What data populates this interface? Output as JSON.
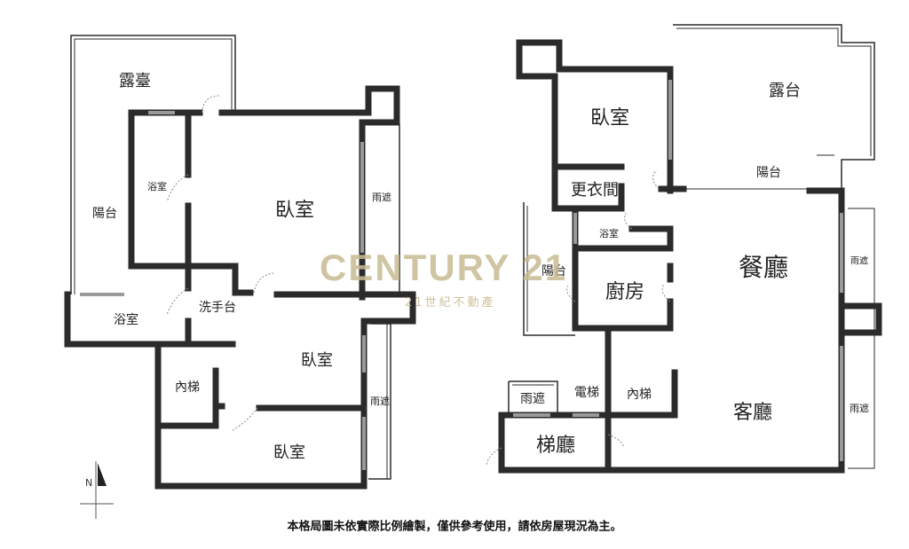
{
  "left_plan": {
    "rooms": {
      "terrace": "露臺",
      "balcony": "陽台",
      "bath_upper": "浴室",
      "bedroom_main": "臥室",
      "canopy_upper": "雨遮",
      "bath_lower": "浴室",
      "washbasin": "洗手台",
      "bedroom_middle": "臥室",
      "inner_stairs": "內梯",
      "canopy_lower": "雨遮",
      "bedroom_bottom": "臥室"
    },
    "compass_label": "N"
  },
  "right_plan": {
    "rooms": {
      "bedroom": "臥室",
      "terrace": "露台",
      "balcony_upper": "陽台",
      "walk_in_closet": "更衣間",
      "bath": "浴室",
      "balcony_left": "陽台",
      "dining": "餐廳",
      "canopy_right_upper": "雨遮",
      "kitchen": "廚房",
      "canopy_left": "雨遮",
      "elevator": "電梯",
      "inner_stairs": "內梯",
      "living": "客廳",
      "canopy_right_lower": "雨遮",
      "elevator_lobby": "梯廳"
    }
  },
  "watermark": {
    "brand": "CENTURY 21",
    "subtitle": "21世紀不動產",
    "color": "#c8bb92"
  },
  "footer_note": "本格局圖未依實際比例繪製，僅供參考使用，請依房屋現況為主。",
  "colors": {
    "wall": "#2b2b2b",
    "window": "#9a9a9a",
    "background": "#ffffff"
  }
}
